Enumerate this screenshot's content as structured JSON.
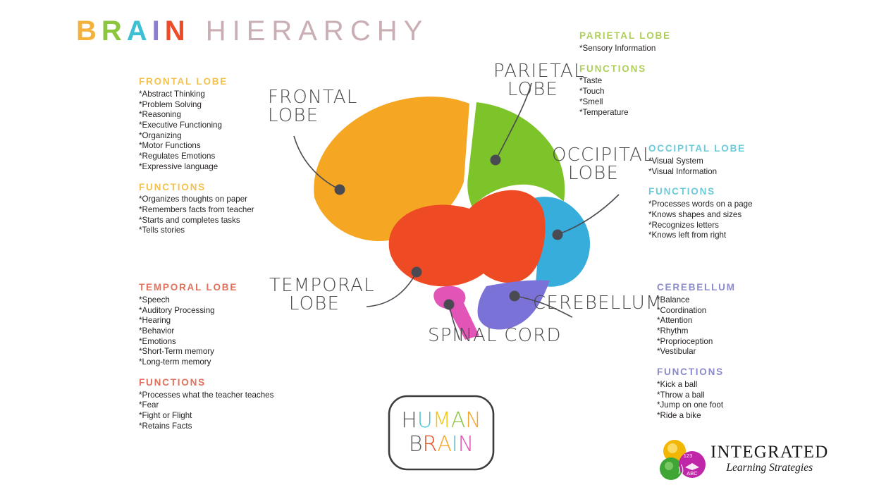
{
  "title": {
    "word1": "BRAIN",
    "word1_letters": [
      "B",
      "R",
      "A",
      "I",
      "N"
    ],
    "word1_colors": [
      "#F4B23C",
      "#8CC63F",
      "#3FBFD4",
      "#8A7FD0",
      "#EE4B2B"
    ],
    "word2": "HIERARCHY",
    "word2_color": "#C9AEB3"
  },
  "sections": {
    "frontal": {
      "heading": "FRONTAL LOBE",
      "color": "#F2C14E",
      "items": [
        "*Abstract Thinking",
        "*Problem Solving",
        "*Reasoning",
        "*Executive Functioning",
        "*Organizing",
        "*Motor Functions",
        "*Regulates Emotions",
        "*Expressive language"
      ],
      "functions_heading": "FUNCTIONS",
      "functions": [
        "*Organizes thoughts on paper",
        "*Remembers facts from teacher",
        "*Starts and completes tasks",
        "*Tells stories"
      ]
    },
    "temporal": {
      "heading": "TEMPORAL LOBE",
      "color": "#E2705A",
      "items": [
        "*Speech",
        "*Auditory Processing",
        "*Hearing",
        "*Behavior",
        "*Emotions",
        "*Short-Term memory",
        "*Long-term memory"
      ],
      "functions_heading": "FUNCTIONS",
      "functions": [
        "*Processes what the teacher teaches",
        "*Fear",
        "*Fight or Flight",
        "*Retains Facts"
      ]
    },
    "parietal": {
      "heading": "PARIETAL LOBE",
      "color": "#AECF5A",
      "items": [
        "*Sensory Information"
      ],
      "functions_heading": "FUNCTIONS",
      "functions": [
        "*Taste",
        "*Touch",
        "*Smell",
        "*Temperature"
      ]
    },
    "occipital": {
      "heading": "OCCIPITAL LOBE",
      "color": "#6BCBD8",
      "items": [
        "*Visual System",
        "*Visual Information"
      ],
      "functions_heading": "FUNCTIONS",
      "functions": [
        "*Processes words on a page",
        "*Knows shapes and sizes",
        "*Recognizes letters",
        "*Knows left from right"
      ]
    },
    "cerebellum": {
      "heading": "CEREBELLUM",
      "color": "#8B8BCB",
      "items": [
        "*Balance",
        "*Coordination",
        "*Attention",
        "*Rhythm",
        "*Proprioception",
        "*Vestibular"
      ],
      "functions_heading": "FUNCTIONS",
      "functions": [
        "*Kick a ball",
        "*Throw a ball",
        "*Jump on one foot",
        "*Ride a bike"
      ]
    }
  },
  "diagram": {
    "labels": {
      "frontal": "FRONTAL\nLOBE",
      "parietal": "PARIETAL\nLOBE",
      "occipital": "OCCIPITAL\nLOBE",
      "temporal": "TEMPORAL\nLOBE",
      "cerebellum": "CEREBELLUM",
      "spinal_cord": "SPINAL CORD"
    },
    "region_colors": {
      "frontal_lobe": "#F5A623",
      "parietal_lobe": "#7DC32A",
      "occipital_lobe": "#37ADDC",
      "temporal_lobe": "#EE4A24",
      "cerebellum": "#7B72D8",
      "spinal_cord": "#E254B5"
    },
    "leader_dot_color": "#4A4A52"
  },
  "badge": {
    "line1_letters": [
      "H",
      "U",
      "M",
      "A",
      "N"
    ],
    "line1_colors": [
      "#5A5A5A",
      "#3FBFD4",
      "#F2C60F",
      "#8CC63F",
      "#F5A623"
    ],
    "line2_letters": [
      "B",
      "R",
      "A",
      "I",
      "N"
    ],
    "line2_colors": [
      "#5A5A5A",
      "#EE4A24",
      "#F5A623",
      "#3FBFD4",
      "#E254B5"
    ]
  },
  "logo": {
    "name": "INTEGRATED",
    "tagline": "Learning Strategies",
    "mark_labels": [
      "123",
      "ABC"
    ],
    "mark_colors": [
      "#F2B705",
      "#3FA535",
      "#C026A8"
    ]
  }
}
